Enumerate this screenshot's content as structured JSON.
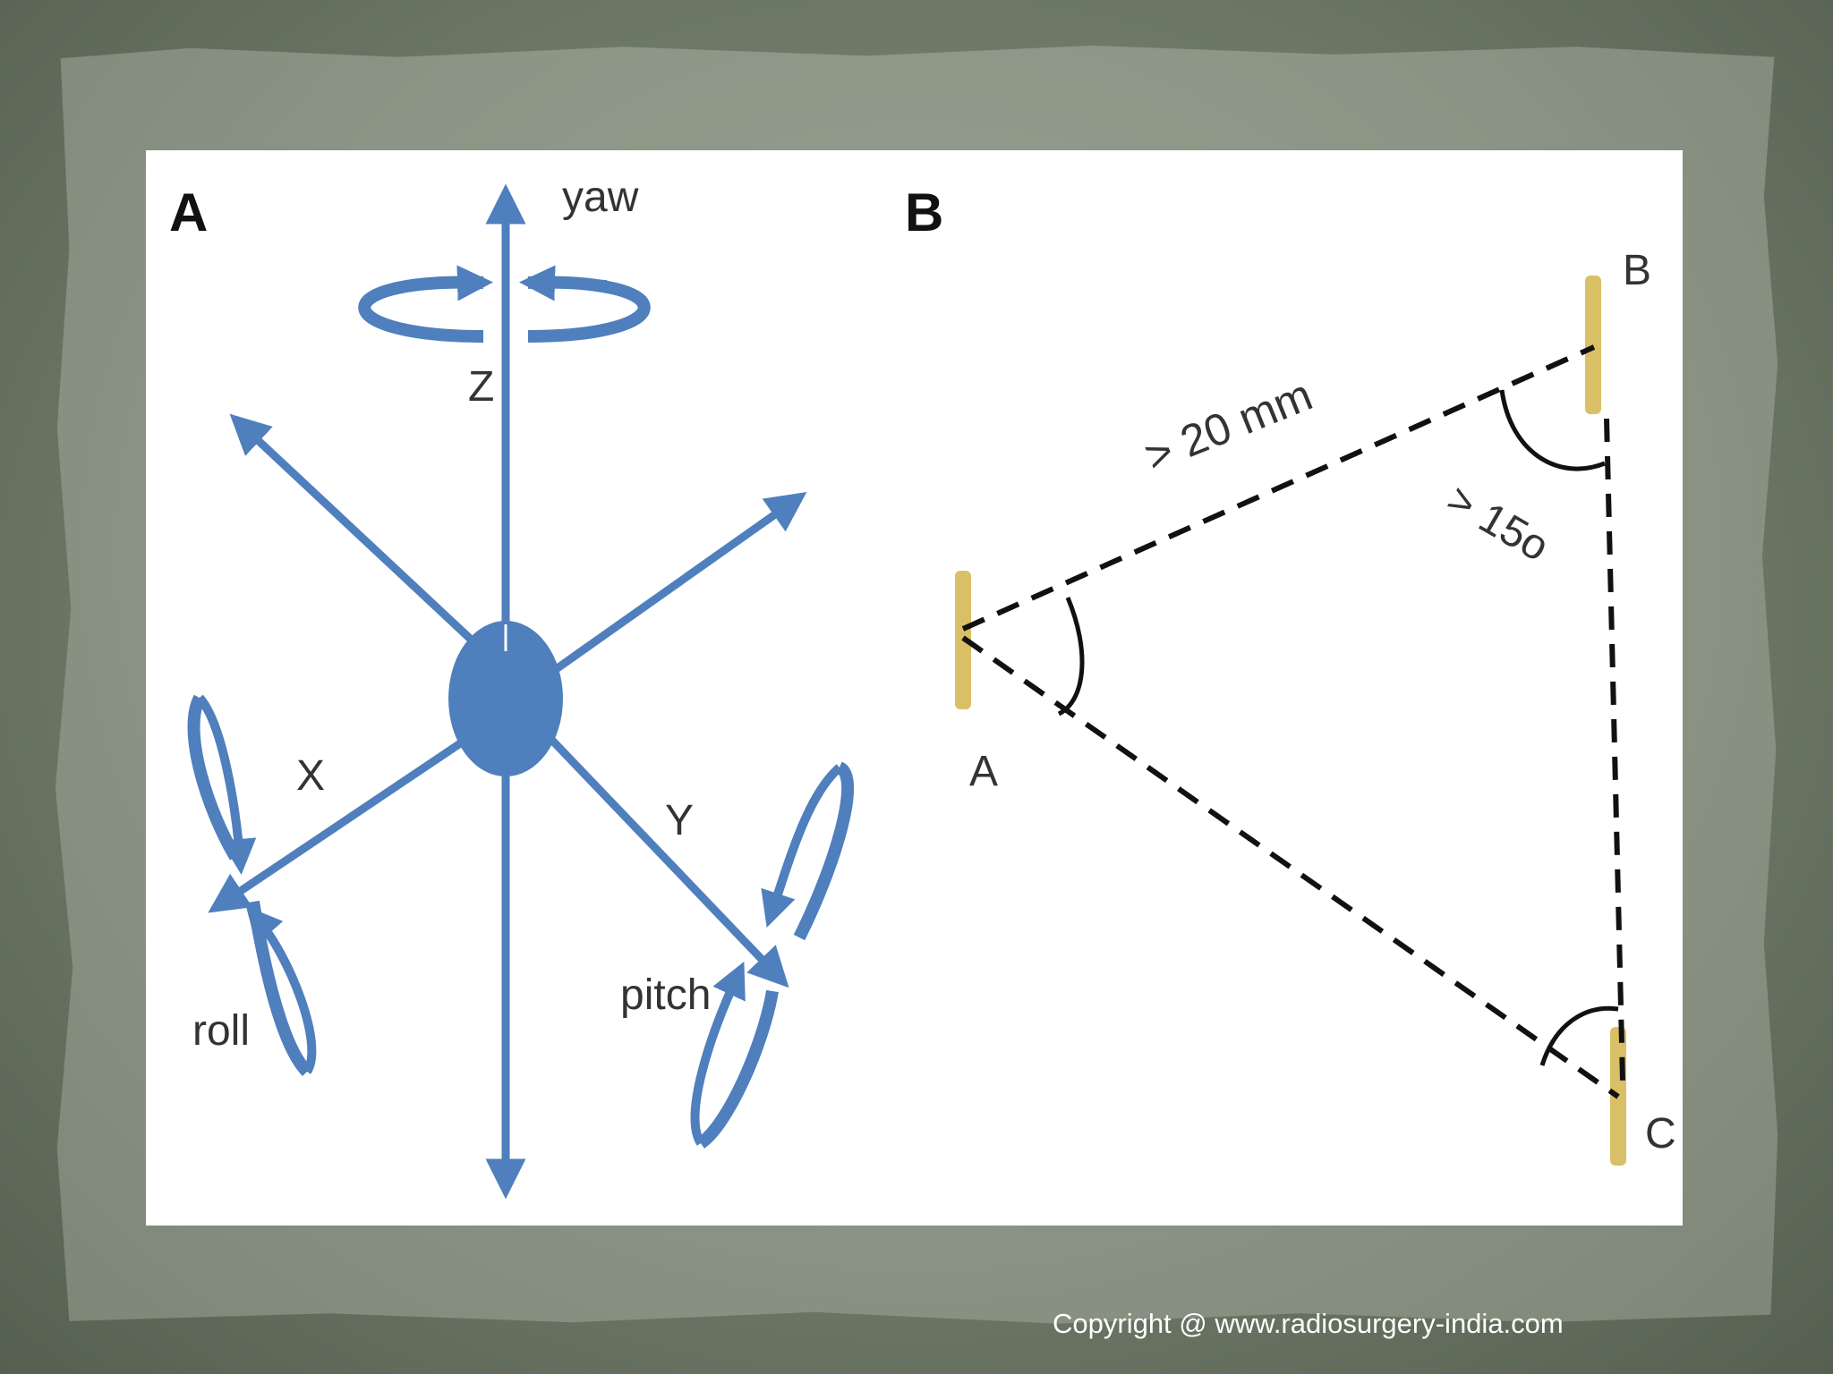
{
  "panel_a": {
    "panel_label": "A",
    "axis_z_label": "Z",
    "axis_x_label": "X",
    "axis_y_label": "Y",
    "yaw_label": "yaw",
    "roll_label": "roll",
    "pitch_label": "pitch"
  },
  "panel_b": {
    "panel_label": "B",
    "marker_a_label": "A",
    "marker_b_label": "B",
    "marker_c_label": "C",
    "distance_label": "> 20 mm",
    "angle_label": "> 15o"
  },
  "colors": {
    "arrow_blue": "#4f7fbd",
    "marker_gold": "#d9c066",
    "dash_black": "#111111",
    "paper": "#8d9586",
    "frame": "#4a5645"
  },
  "footer": {
    "copyright": "Copyright @ www.radiosurgery-india.com"
  }
}
